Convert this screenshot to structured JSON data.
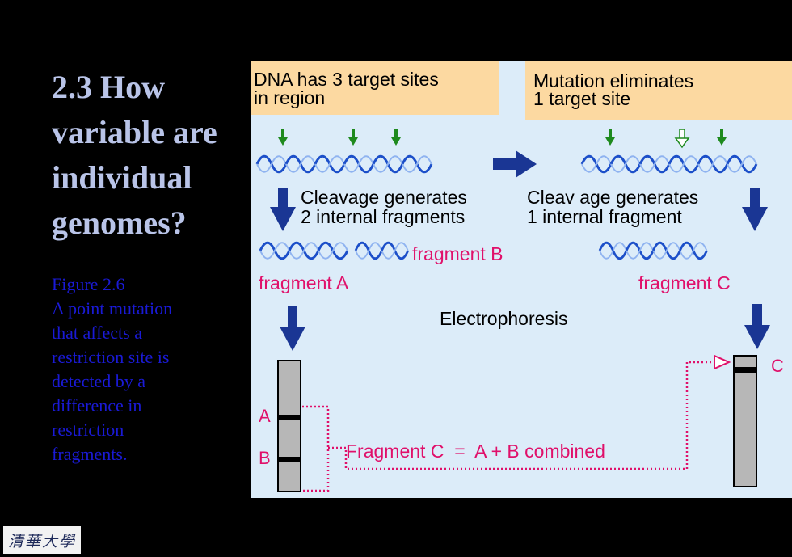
{
  "slide": {
    "title_lines": [
      "2.3 How",
      "variable are",
      "individual",
      "genomes?"
    ],
    "caption_lines": [
      "Figure 2.6",
      "A point mutation",
      "that affects a",
      "restriction site is",
      "detected by a",
      "difference in",
      "restriction",
      "fragments."
    ],
    "logo_text": "清華大學"
  },
  "diagram": {
    "left_header": [
      "DNA has 3 target sites",
      "in region"
    ],
    "right_header": [
      "Mutation eliminates",
      "1 target site"
    ],
    "left_cleavage": [
      "Cleavage generates",
      "2 internal fragments"
    ],
    "right_cleavage": [
      "Cleav age generates",
      "1 internal fragment"
    ],
    "fragment_a": "fragment A",
    "fragment_b": "fragment B",
    "fragment_c": "fragment C",
    "electrophoresis": "Electrophoresis",
    "band_a": "A",
    "band_b": "B",
    "band_c": "C",
    "combined": "Fragment C  =  A + B combined",
    "colors": {
      "panel": "#dcecf9",
      "header": "#fcd9a1",
      "arrow": "#1a3694",
      "site": "#1e8a1e",
      "dna": "#1c4fc9",
      "label": "#e0106a",
      "gel": "#b7b7b7"
    }
  }
}
